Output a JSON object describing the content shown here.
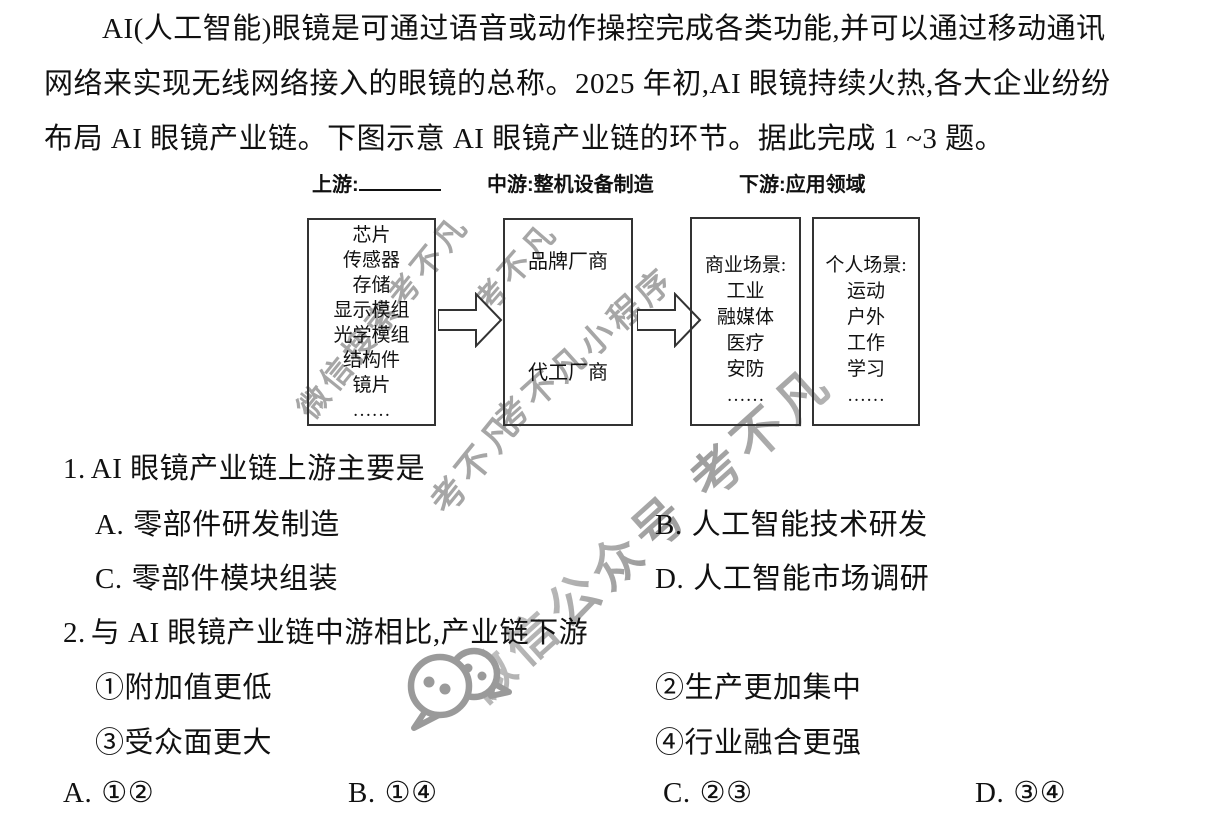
{
  "intro": {
    "lines": [
      "AI(人工智能)眼镜是可通过语音或动作操控完成各类功能,并可以通过移动通讯",
      "网络来实现无线网络接入的眼镜的总称。2025 年初,AI 眼镜持续火热,各大企业纷纷",
      "布局 AI 眼镜产业链。下图示意 AI 眼镜产业链的环节。据此完成 1 ~3 题。"
    ]
  },
  "diagram": {
    "upstream_header": {
      "label": "上游:"
    },
    "midstream_header": {
      "label": "中游:整机设备制造"
    },
    "downstream_header": {
      "label": "下游:应用领域"
    },
    "upstream_box": {
      "lines": [
        "芯片",
        "传感器",
        "存储",
        "显示模组",
        "光学模组",
        "结构件",
        "镜片",
        "……"
      ]
    },
    "midstream_box": {
      "top": "品牌厂商",
      "bottom": "代工厂商"
    },
    "commercial_box": {
      "lines": [
        "商业场景:",
        "工业",
        "融媒体",
        "医疗",
        "安防",
        "……"
      ]
    },
    "personal_box": {
      "lines": [
        "个人场景:",
        "运动",
        "户外",
        "工作",
        "学习",
        "……"
      ]
    }
  },
  "question1": {
    "number": "1.",
    "stem": "AI 眼镜产业链上游主要是",
    "options": [
      {
        "label": "A.",
        "text": "零部件研发制造"
      },
      {
        "label": "B.",
        "text": "人工智能技术研发"
      },
      {
        "label": "C.",
        "text": "零部件模块组装"
      },
      {
        "label": "D.",
        "text": "人工智能市场调研"
      }
    ]
  },
  "question2": {
    "number": "2.",
    "stem": "与 AI 眼镜产业链中游相比,产业链下游",
    "statements": [
      {
        "text": "①附加值更低"
      },
      {
        "text": "②生产更加集中"
      },
      {
        "text": "③受众面更大"
      },
      {
        "text": "④行业融合更强"
      }
    ],
    "answers": [
      {
        "label": "A.",
        "text": "①②"
      },
      {
        "label": "B.",
        "text": "①④"
      },
      {
        "label": "C.",
        "text": "②③"
      },
      {
        "label": "D.",
        "text": "③④"
      }
    ]
  },
  "watermarks": {
    "search_line": "微信搜索考不凡",
    "fragment_top": "考不凡",
    "mini_program_line": "考不凡小程序",
    "fragment_mid": "考不凡",
    "official_account_line": "微信公众号 考不凡",
    "color": "#979797"
  }
}
